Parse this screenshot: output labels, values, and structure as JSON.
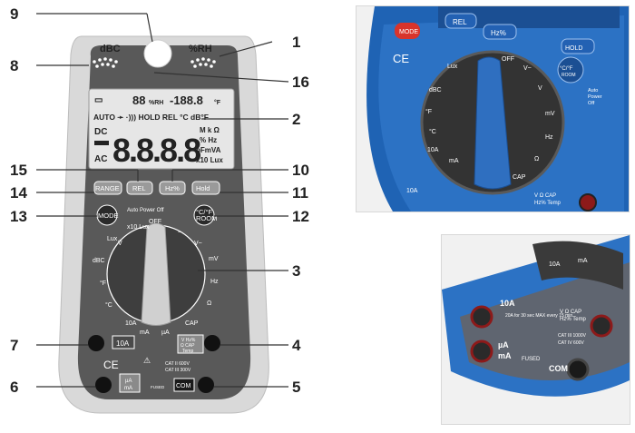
{
  "callouts": [
    "9",
    "1",
    "8",
    "16",
    "2",
    "15",
    "10",
    "14",
    "11",
    "13",
    "12",
    "3",
    "7",
    "4",
    "6",
    "5"
  ],
  "meter": {
    "top_left_label": "dBC",
    "top_right_label": "%RH",
    "lcd": {
      "top_small": "88",
      "top_unit_rh": "%RH",
      "top_big": "-188.8",
      "top_unit_f": "°F",
      "status_line": "AUTO ➛ ·))) HOLD REL °C dB°F",
      "dc": "DC",
      "ac": "AC",
      "main_digits": "8.8.8.8",
      "units_1": "M k Ω",
      "units_2": "% Hz",
      "units_3": "pFmVA",
      "units_4": "x10 Lux"
    },
    "buttons": {
      "rel": "REL",
      "hz": "Hz%",
      "range": "RANGE",
      "hold": "Hold",
      "mode": "MODE",
      "temp": "°C/°F",
      "temp_sub": "ROOM"
    },
    "auto_power_off": "Auto Power Off",
    "dial": {
      "off": "OFF",
      "lux": "Lux",
      "lux_alt": "x10 Lux",
      "v_dc": "V̄",
      "v_ac": "V~",
      "mv": "mV",
      "hz": "Hz",
      "ohm": "Ω",
      "cap": "CAP",
      "ua": "µA",
      "ma": "mA",
      "a10": "10A",
      "dbc": "dBC",
      "temp_f": "°F",
      "temp_c": "°C",
      "tilde": "~"
    },
    "jacks": {
      "a10": "10A",
      "vhz": "V Hz%",
      "vhz_sub": "Ω CAP",
      "vhz_sub2": "Temp",
      "com": "COM",
      "ua_ma": "µA",
      "ua_ma_sub": "mA",
      "cat1": "CAT II 600V",
      "cat2": "CAT III 300V",
      "fused": "FUSED"
    },
    "ce": "CE"
  },
  "photos": {
    "top": {
      "buttons": [
        "MODE",
        "REL",
        "Hz%",
        "HOLD"
      ],
      "temp_button": "°C/°F",
      "temp_sub": "ROOM",
      "auto_off": "Auto",
      "auto_off2": "Power",
      "auto_off3": "Off",
      "dial_labels": [
        "OFF",
        "Lux",
        "dBC",
        "°F",
        "°C",
        "V~",
        "V",
        "mV",
        "Hz",
        "Ω",
        "CAP",
        "mA",
        "10A"
      ],
      "ce": "CE",
      "jack_10a": "10A",
      "jack_vhz": "V Ω CAP",
      "jack_vhz2": "Hz% Temp"
    },
    "bottom": {
      "jack_10a": "10A",
      "jack_ua": "µA",
      "jack_ma": "mA",
      "fused": "FUSED",
      "com": "COM",
      "vhz": "V Ω CAP",
      "vhz2": "Hz% Temp",
      "cat1": "CAT III 1000V",
      "cat2": "CAT IV 600V",
      "note": "20A for 30 sec MAX every 15 min",
      "dial_10a": "10A",
      "dial_ma": "mA"
    }
  }
}
